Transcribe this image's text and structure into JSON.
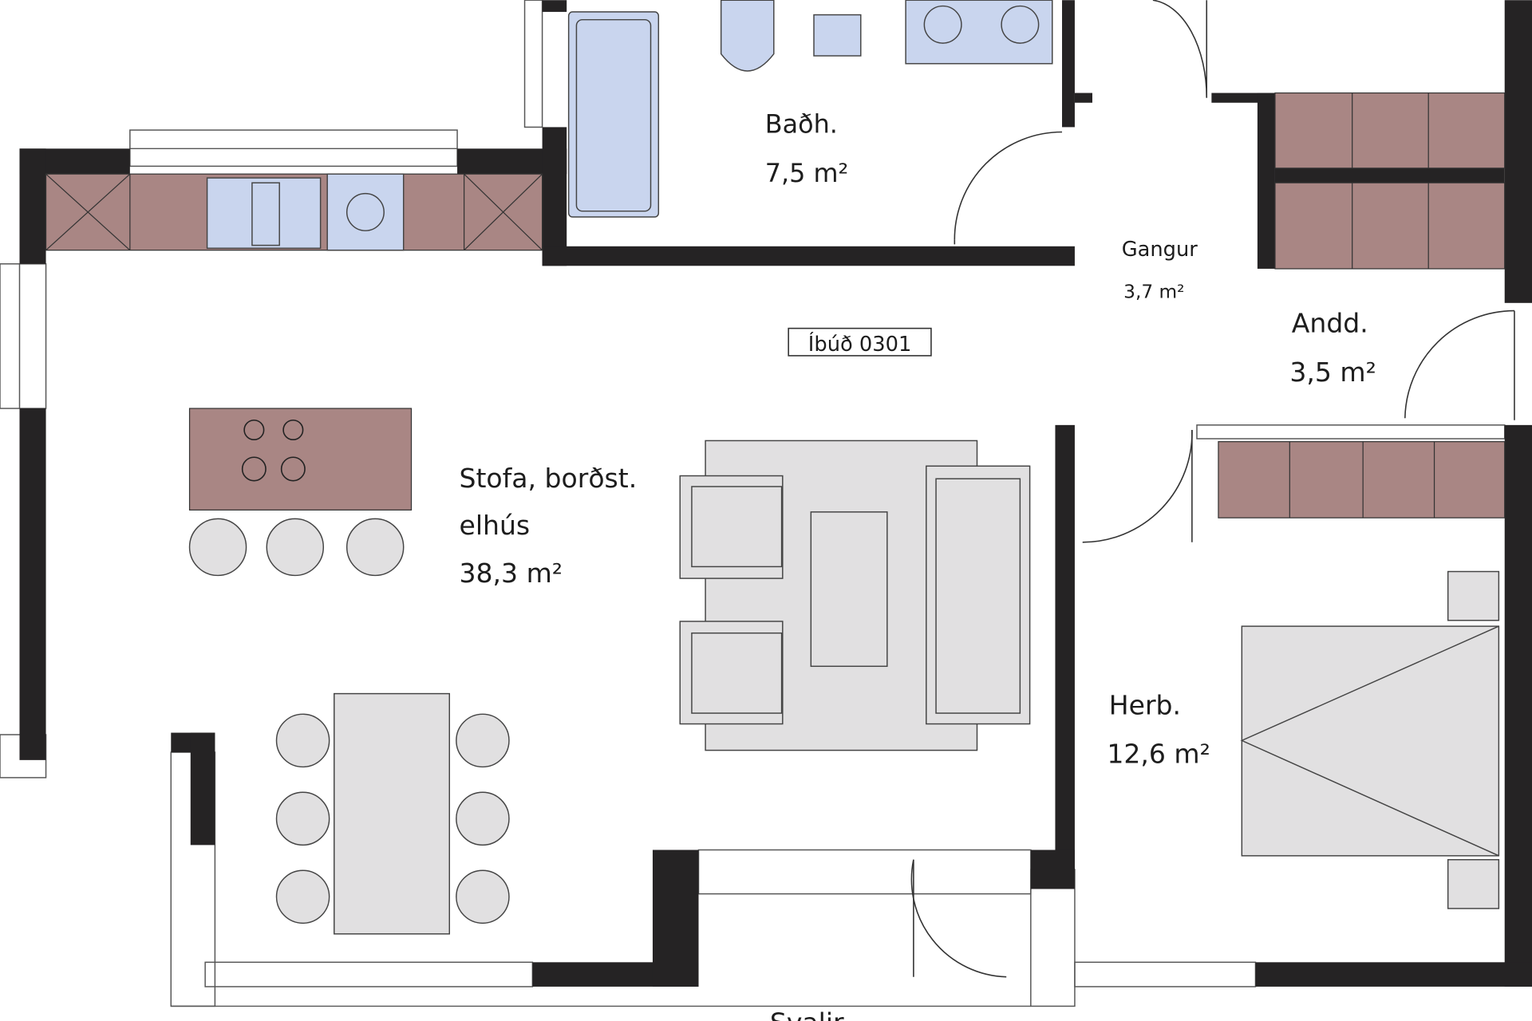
{
  "plan": {
    "apartment_label": "Íbúð 0301",
    "rooms": [
      {
        "name": "Baðh.",
        "area": "7,5 m²"
      },
      {
        "name": "Gangur",
        "area": "3,7 m²"
      },
      {
        "name": "Andd.",
        "area": "3,5 m²"
      },
      {
        "name": "Stofa, borðst.",
        "name2": "elhús",
        "area": "38,3 m²"
      },
      {
        "name": "Herb.",
        "area": "12,6 m²"
      },
      {
        "name": "Svalir"
      }
    ]
  },
  "colors": {
    "wall": "#252324",
    "cabinet": "#a98684",
    "fixture": "#c9d5ee",
    "furniture": "#e1e0e1"
  }
}
